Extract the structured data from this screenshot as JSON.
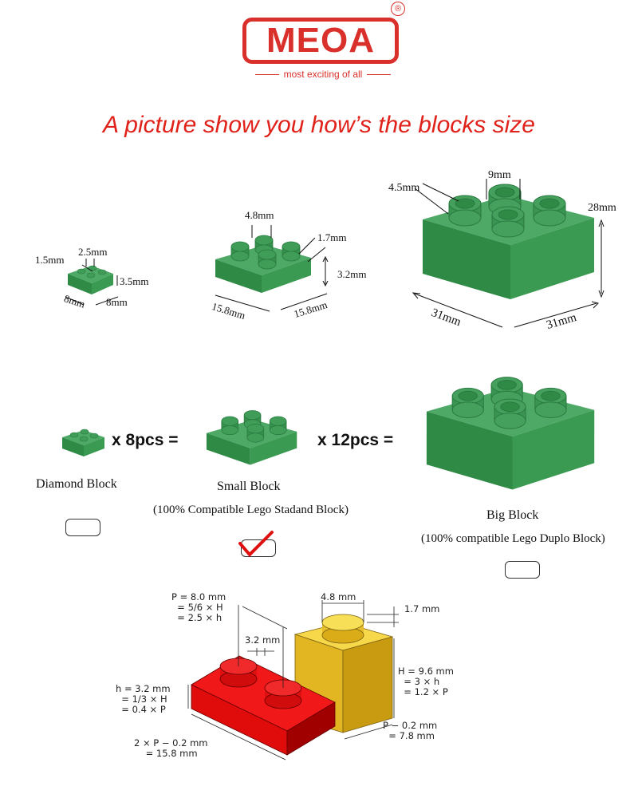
{
  "logo": {
    "brand": "MEOA",
    "registered": "®",
    "tagline": "most exciting of all"
  },
  "heading": "A picture show you how’s the blocks size",
  "top_dims": {
    "diamond": {
      "stud_h": "1.5mm",
      "stud_d": "2.5mm",
      "height": "3.5mm",
      "width": "8mm",
      "depth": "8mm"
    },
    "small": {
      "stud_d": "4.8mm",
      "stud_h": "1.7mm",
      "height": "3.2mm",
      "width": "15.8mm",
      "depth": "15.8mm"
    },
    "big": {
      "stud_d": "9mm",
      "stud_h": "4.5mm",
      "height": "28mm",
      "width": "31mm",
      "depth": "31mm"
    }
  },
  "equation": {
    "times8": "x 8pcs =",
    "times12": "x 12pcs ="
  },
  "labels": {
    "diamond": "Diamond Block",
    "small": "Small Block",
    "small_note": "(100% Compatible Lego Stadand Block)",
    "big": "Big Block",
    "big_note": "(100% compatible Lego Duplo Block)"
  },
  "checks": {
    "diamond": false,
    "small": true,
    "big": false
  },
  "colors": {
    "brand": "#d9302b",
    "heading": "#e0221a",
    "green": "#3e9a55",
    "red": "#e01010",
    "yellow": "#f0c020"
  },
  "tech": {
    "p": "P = 8.0 mm\n  = 5/6 × H\n  = 2.5 × h",
    "stud_gap": "3.2 mm",
    "stud_d": "4.8 mm",
    "stud_h": "1.7 mm",
    "H": "H = 9.6 mm\n  = 3 × h\n  = 1.2 × P",
    "h": "h = 3.2 mm\n  = 1/3 × H\n  = 0.4 × P",
    "w2": "2 × P − 0.2 mm\n    = 15.8 mm",
    "w1": "P − 0.2 mm\n  = 7.8 mm"
  }
}
